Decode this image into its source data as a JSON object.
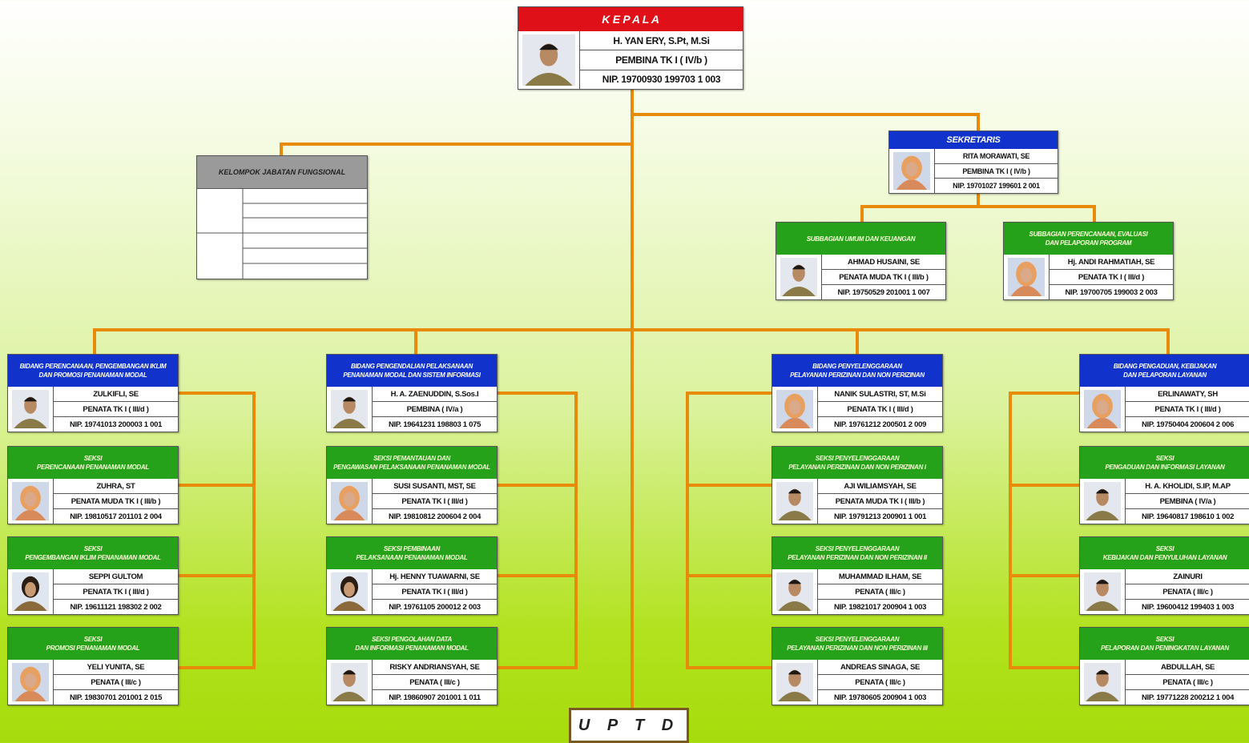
{
  "colors": {
    "line": "#e88a0a",
    "blue": "#1133cc",
    "green": "#26a21a",
    "red": "#e01018",
    "fungsional": "#9a9a9a"
  },
  "kepala": {
    "title": "K E P A L A",
    "name": "H. YAN ERY, S.Pt, M.Si",
    "rank": "PEMBINA TK I ( IV/b )",
    "nip": "NIP. 19700930 199703 1 003",
    "photo": "male-avatar"
  },
  "fungsional": {
    "title": "KELOMPOK JABATAN FUNGSIONAL"
  },
  "sekretaris": {
    "title": "SEKRETARIS",
    "name": "RITA MORAWATI, SE",
    "rank": "PEMBINA TK I ( IV/b )",
    "nip": "NIP. 19701027 199601 2 001",
    "photo": "female-hijab-avatar"
  },
  "subbagian": [
    {
      "title": "SUBBAGIAN UMUM DAN KEUANGAN",
      "name": "AHMAD HUSAINI, SE",
      "rank": "PENATA MUDA TK I ( III/b )",
      "nip": "NIP. 19750529 201001 1 007",
      "photo": "male-avatar"
    },
    {
      "title": "SUBBAGIAN PERENCANAAN, EVALUASI\nDAN PELAPORAN PROGRAM",
      "name": "Hj. ANDI RAHMATIAH, SE",
      "rank": "PENATA TK I ( III/d )",
      "nip": "NIP. 19700705 199003 2 003",
      "photo": "female-hijab-avatar"
    }
  ],
  "bidang": [
    {
      "title": "BIDANG PERENCANAAN, PENGEMBANGAN IKLIM\nDAN PROMOSI PENANAMAN MODAL",
      "name": "ZULKIFLI, SE",
      "rank": "PENATA TK I ( III/d )",
      "nip": "NIP. 19741013 200003 1 001",
      "photo": "male-avatar",
      "seksi": [
        {
          "title": "SEKSI\nPERENCANAAN PENANAMAN MODAL",
          "name": "ZUHRA, ST",
          "rank": "PENATA MUDA TK I ( III/b )",
          "nip": "NIP. 19810517 201101 2 004",
          "photo": "female-hijab-avatar"
        },
        {
          "title": "SEKSI\nPENGEMBANGAN IKLIM PENANAMAN MODAL",
          "name": "SEPPI GULTOM",
          "rank": "PENATA TK I ( III/d )",
          "nip": "NIP. 19611121 198302 2 002",
          "photo": "female-avatar"
        },
        {
          "title": "SEKSI\nPROMOSI PENANAMAN MODAL",
          "name": "YELI YUNITA, SE",
          "rank": "PENATA ( III/c )",
          "nip": "NIP. 19830701 201001 2 015",
          "photo": "female-hijab-avatar"
        }
      ]
    },
    {
      "title": "BIDANG PENGENDALIAN PELAKSANAAN\nPENANAMAN MODAL DAN SISTEM INFORMASI",
      "name": "H. A. ZAENUDDIN, S.Sos.I",
      "rank": "PEMBINA ( IV/a )",
      "nip": "NIP. 19641231 198803 1 075",
      "photo": "male-avatar",
      "seksi": [
        {
          "title": "SEKSI PEMANTAUAN DAN\nPENGAWASAN PELAKSANAAN PENANAMAN MODAL",
          "name": "SUSI SUSANTI, MST, SE",
          "rank": "PENATA TK I ( III/d )",
          "nip": "NIP. 19810812 200604 2 004",
          "photo": "female-hijab-avatar"
        },
        {
          "title": "SEKSI PEMBINAAN\nPELAKSANAAN PENANAMAN MODAL",
          "name": "Hj. HENNY TUAWARNI, SE",
          "rank": "PENATA TK I ( III/d )",
          "nip": "NIP. 19761105 200012 2 003",
          "photo": "female-avatar"
        },
        {
          "title": "SEKSI PENGOLAHAN DATA\nDAN INFORMASI PENANAMAN MODAL",
          "name": "RISKY ANDRIANSYAH, SE",
          "rank": "PENATA ( III/c )",
          "nip": "NIP. 19860907 201001 1 011",
          "photo": "male-avatar"
        }
      ]
    },
    {
      "title": "BIDANG PENYELENGGARAAN\nPELAYANAN PERIZINAN DAN NON PERIZINAN",
      "name": "NANIK SULASTRI, ST, M.Si",
      "rank": "PENATA TK I ( III/d )",
      "nip": "NIP. 19761212 200501 2 009",
      "photo": "female-hijab-avatar",
      "seksi": [
        {
          "title": "SEKSI PENYELENGGARAAN\nPELAYANAN PERIZINAN DAN NON PERIZINAN I",
          "name": "AJI WILIAMSYAH, SE",
          "rank": "PENATA MUDA TK I ( III/b )",
          "nip": "NIP. 19791213 200901 1 001",
          "photo": "male-avatar"
        },
        {
          "title": "SEKSI PENYELENGGARAAN\nPELAYANAN PERIZINAN DAN NON PERIZINAN II",
          "name": "MUHAMMAD ILHAM, SE",
          "rank": "PENATA ( III/c )",
          "nip": "NIP. 19821017 200904 1 003",
          "photo": "male-avatar"
        },
        {
          "title": "SEKSI PENYELENGGARAAN\nPELAYANAN PERIZINAN DAN NON PERIZINAN III",
          "name": "ANDREAS SINAGA, SE",
          "rank": "PENATA ( III/c )",
          "nip": "NIP. 19780605 200904 1 003",
          "photo": "male-avatar"
        }
      ]
    },
    {
      "title": "BIDANG PENGADUAN, KEBIJAKAN\nDAN PELAPORAN LAYANAN",
      "name": "ERLINAWATY, SH",
      "rank": "PENATA TK I ( III/d )",
      "nip": "NIP. 19750404 200604 2 006",
      "photo": "female-hijab-avatar",
      "seksi": [
        {
          "title": "SEKSI\nPENGADUAN DAN INFORMASI LAYANAN",
          "name": "H. A. KHOLIDI, S.IP, M.AP",
          "rank": "PEMBINA ( IV/a )",
          "nip": "NIP. 19640817 198610 1 002",
          "photo": "male-avatar"
        },
        {
          "title": "SEKSI\nKEBIJAKAN DAN PENYULUHAN LAYANAN",
          "name": "ZAINURI",
          "rank": "PENATA ( III/c )",
          "nip": "NIP. 19600412 199403 1 003",
          "photo": "male-avatar"
        },
        {
          "title": "SEKSI\nPELAPORAN DAN PENINGKATAN LAYANAN",
          "name": "ABDULLAH, SE",
          "rank": "PENATA ( III/c )",
          "nip": "NIP. 19771228 200212 1 004",
          "photo": "male-avatar"
        }
      ]
    }
  ],
  "uptd": {
    "label": "U P T D"
  }
}
